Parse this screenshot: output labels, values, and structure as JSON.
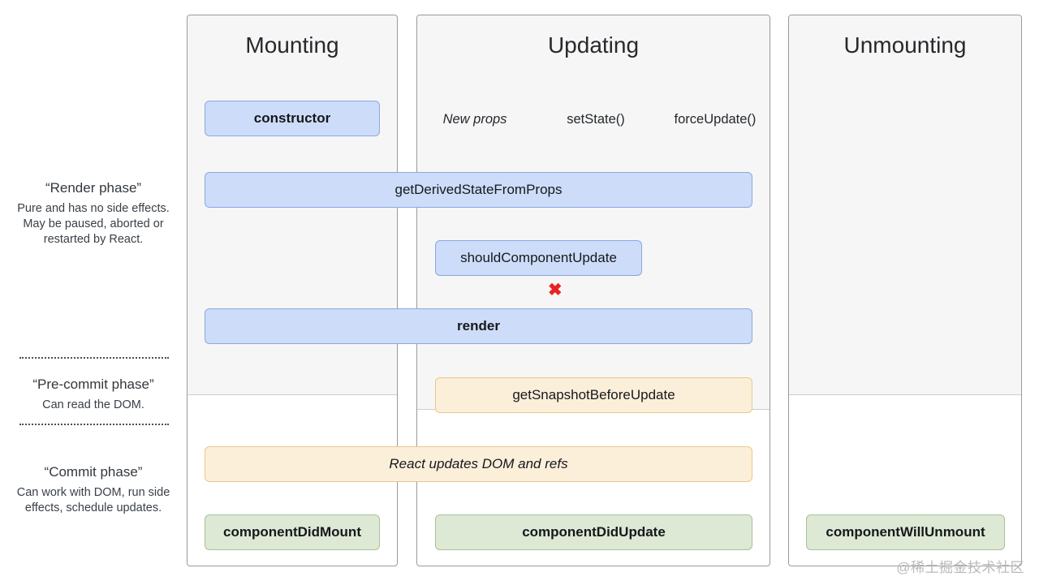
{
  "diagram": {
    "title": "React component lifecycle diagram",
    "colors": {
      "blue_fill": "#cddcf8",
      "blue_stroke": "#8aa9e0",
      "orange_fill": "#fcefda",
      "orange_stroke": "#e8c88a",
      "green_fill": "#dde9d4",
      "green_stroke": "#a8c195",
      "panel_shade": "#f6f6f6",
      "panel_border": "#9a9a9a",
      "cross_red": "#e8231f",
      "arrow": "#1f2328"
    }
  },
  "legend": {
    "phases": [
      {
        "title": "“Render phase”",
        "body": "Pure and has no side effects. May be paused, aborted or restarted by React."
      },
      {
        "title": "“Pre-commit phase”",
        "body": "Can read the DOM."
      },
      {
        "title": "“Commit phase”",
        "body": "Can work with DOM, run side effects, schedule updates."
      }
    ]
  },
  "columns": [
    {
      "title": "Mounting"
    },
    {
      "title": "Updating"
    },
    {
      "title": "Unmounting"
    }
  ],
  "triggers": [
    {
      "label": "New props",
      "style": "italic"
    },
    {
      "label": "setState()",
      "style": "normal"
    },
    {
      "label": "forceUpdate()",
      "style": "normal"
    }
  ],
  "nodes": {
    "constructor": "constructor",
    "get_derived_state_from_props": "getDerivedStateFromProps",
    "should_component_update": "shouldComponentUpdate",
    "render": "render",
    "get_snapshot_before_update": "getSnapshotBeforeUpdate",
    "react_updates_dom": "React updates DOM and refs",
    "component_did_mount": "componentDidMount",
    "component_did_update": "componentDidUpdate",
    "component_will_unmount": "componentWillUnmount"
  },
  "markers": {
    "skip_render_cross": "✖"
  },
  "watermark": "@稀土掘金技术社区"
}
